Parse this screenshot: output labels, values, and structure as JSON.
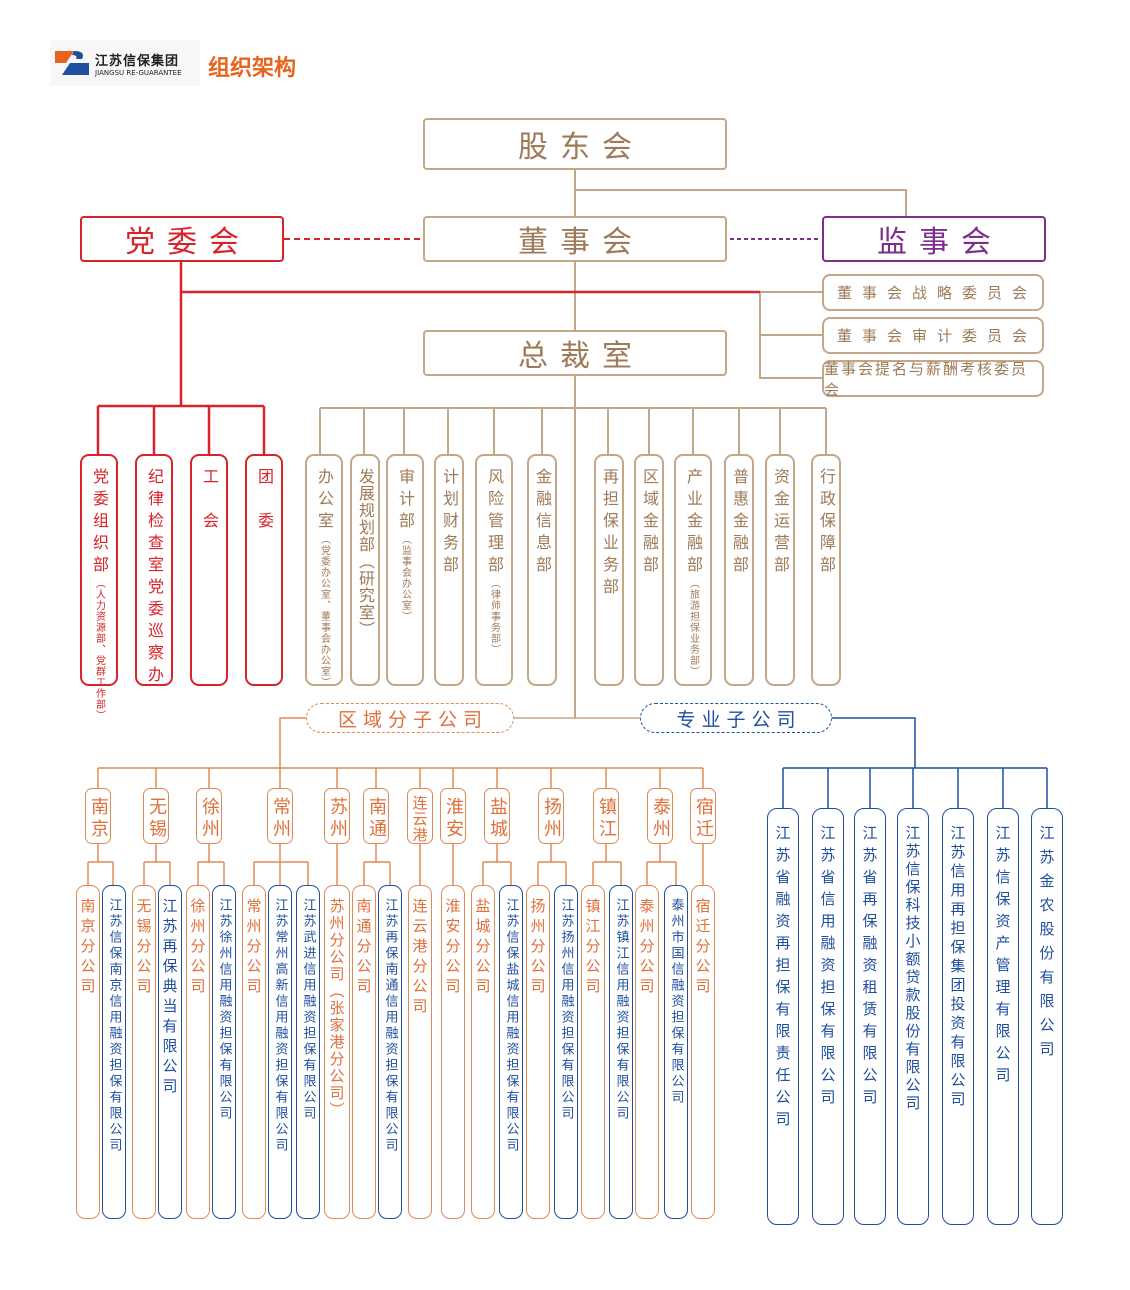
{
  "header": {
    "logo_cn": "江苏信保集团",
    "logo_en": "JIANGSU RE-GUARANTEE",
    "title": "组织架构"
  },
  "colors": {
    "tan": "#c4a688",
    "red": "#d8232a",
    "purple": "#7e2d8c",
    "orange": "#e08a55",
    "blue": "#1f4f9e",
    "title_orange": "#e8641e"
  },
  "top": {
    "shareholders": "股东会",
    "board": "董事会",
    "party_committee": "党委会",
    "supervisory_board": "监事会",
    "president_office": "总裁室"
  },
  "board_committees": [
    "董事会战略委员会",
    "董事会审计委员会",
    "董事会提名与薪酬考核委员会"
  ],
  "party_depts": [
    {
      "name": "党委组织部",
      "note": "（人力资源部、党群工作部）"
    },
    {
      "name": "纪律检查室",
      "note": "党委巡察办"
    },
    {
      "name": "工　会",
      "note": ""
    },
    {
      "name": "团　委",
      "note": ""
    }
  ],
  "departments": [
    {
      "name": "办公室",
      "note": "（党委办公室、董事会办公室）"
    },
    {
      "name": "发展规划部（研究室）",
      "note": ""
    },
    {
      "name": "审计部",
      "note": "（监事会办公室）"
    },
    {
      "name": "计划财务部",
      "note": ""
    },
    {
      "name": "风险管理部",
      "note": "（律师事务部）"
    },
    {
      "name": "金融信息部",
      "note": ""
    },
    {
      "name": "再担保业务部",
      "note": ""
    },
    {
      "name": "区域金融部",
      "note": ""
    },
    {
      "name": "产业金融部",
      "note": "（旅游担保业务部）"
    },
    {
      "name": "普惠金融部",
      "note": ""
    },
    {
      "name": "资金运营部",
      "note": ""
    },
    {
      "name": "行政保障部",
      "note": ""
    }
  ],
  "regional_label": "区域分子公司",
  "professional_label": "专业子公司",
  "cities": [
    "南京",
    "无锡",
    "徐州",
    "常州",
    "苏州",
    "南通",
    "连云港",
    "淮安",
    "盐城",
    "扬州",
    "镇江",
    "泰州",
    "宿迁"
  ],
  "regional_subs": [
    {
      "name": "南京分公司",
      "type": "branch"
    },
    {
      "name": "江苏信保南京信用融资担保有限公司",
      "type": "company"
    },
    {
      "name": "无锡分公司",
      "type": "branch"
    },
    {
      "name": "江苏再保典当有限公司",
      "type": "company"
    },
    {
      "name": "徐州分公司",
      "type": "branch"
    },
    {
      "name": "江苏徐州信用融资担保有限公司",
      "type": "company"
    },
    {
      "name": "常州分公司",
      "type": "branch"
    },
    {
      "name": "江苏常州高新信用融资担保有限公司",
      "type": "company"
    },
    {
      "name": "江苏武进信用融资担保有限公司",
      "type": "company"
    },
    {
      "name": "苏州分公司（张家港分公司）",
      "type": "branch"
    },
    {
      "name": "南通分公司",
      "type": "branch"
    },
    {
      "name": "江苏再保南通信用融资担保有限公司",
      "type": "company"
    },
    {
      "name": "连云港分公司",
      "type": "branch"
    },
    {
      "name": "淮安分公司",
      "type": "branch"
    },
    {
      "name": "盐城分公司",
      "type": "branch"
    },
    {
      "name": "江苏信保盐城信用融资担保有限公司",
      "type": "company"
    },
    {
      "name": "扬州分公司",
      "type": "branch"
    },
    {
      "name": "江苏扬州信用融资担保有限公司",
      "type": "company"
    },
    {
      "name": "镇江分公司",
      "type": "branch"
    },
    {
      "name": "江苏镇江信用融资担保有限公司",
      "type": "company"
    },
    {
      "name": "泰州分公司",
      "type": "branch"
    },
    {
      "name": "泰州市国信融资担保有限公司",
      "type": "company"
    },
    {
      "name": "宿迁分公司",
      "type": "branch"
    }
  ],
  "professional_subs": [
    "江苏省融资再担保有限责任公司",
    "江苏省信用融资担保有限公司",
    "江苏省再保融资租赁有限公司",
    "江苏信保科技小额贷款股份有限公司",
    "江苏信用再担保集团投资有限公司",
    "江苏信保资产管理有限公司",
    "江苏金农股份有限公司"
  ]
}
